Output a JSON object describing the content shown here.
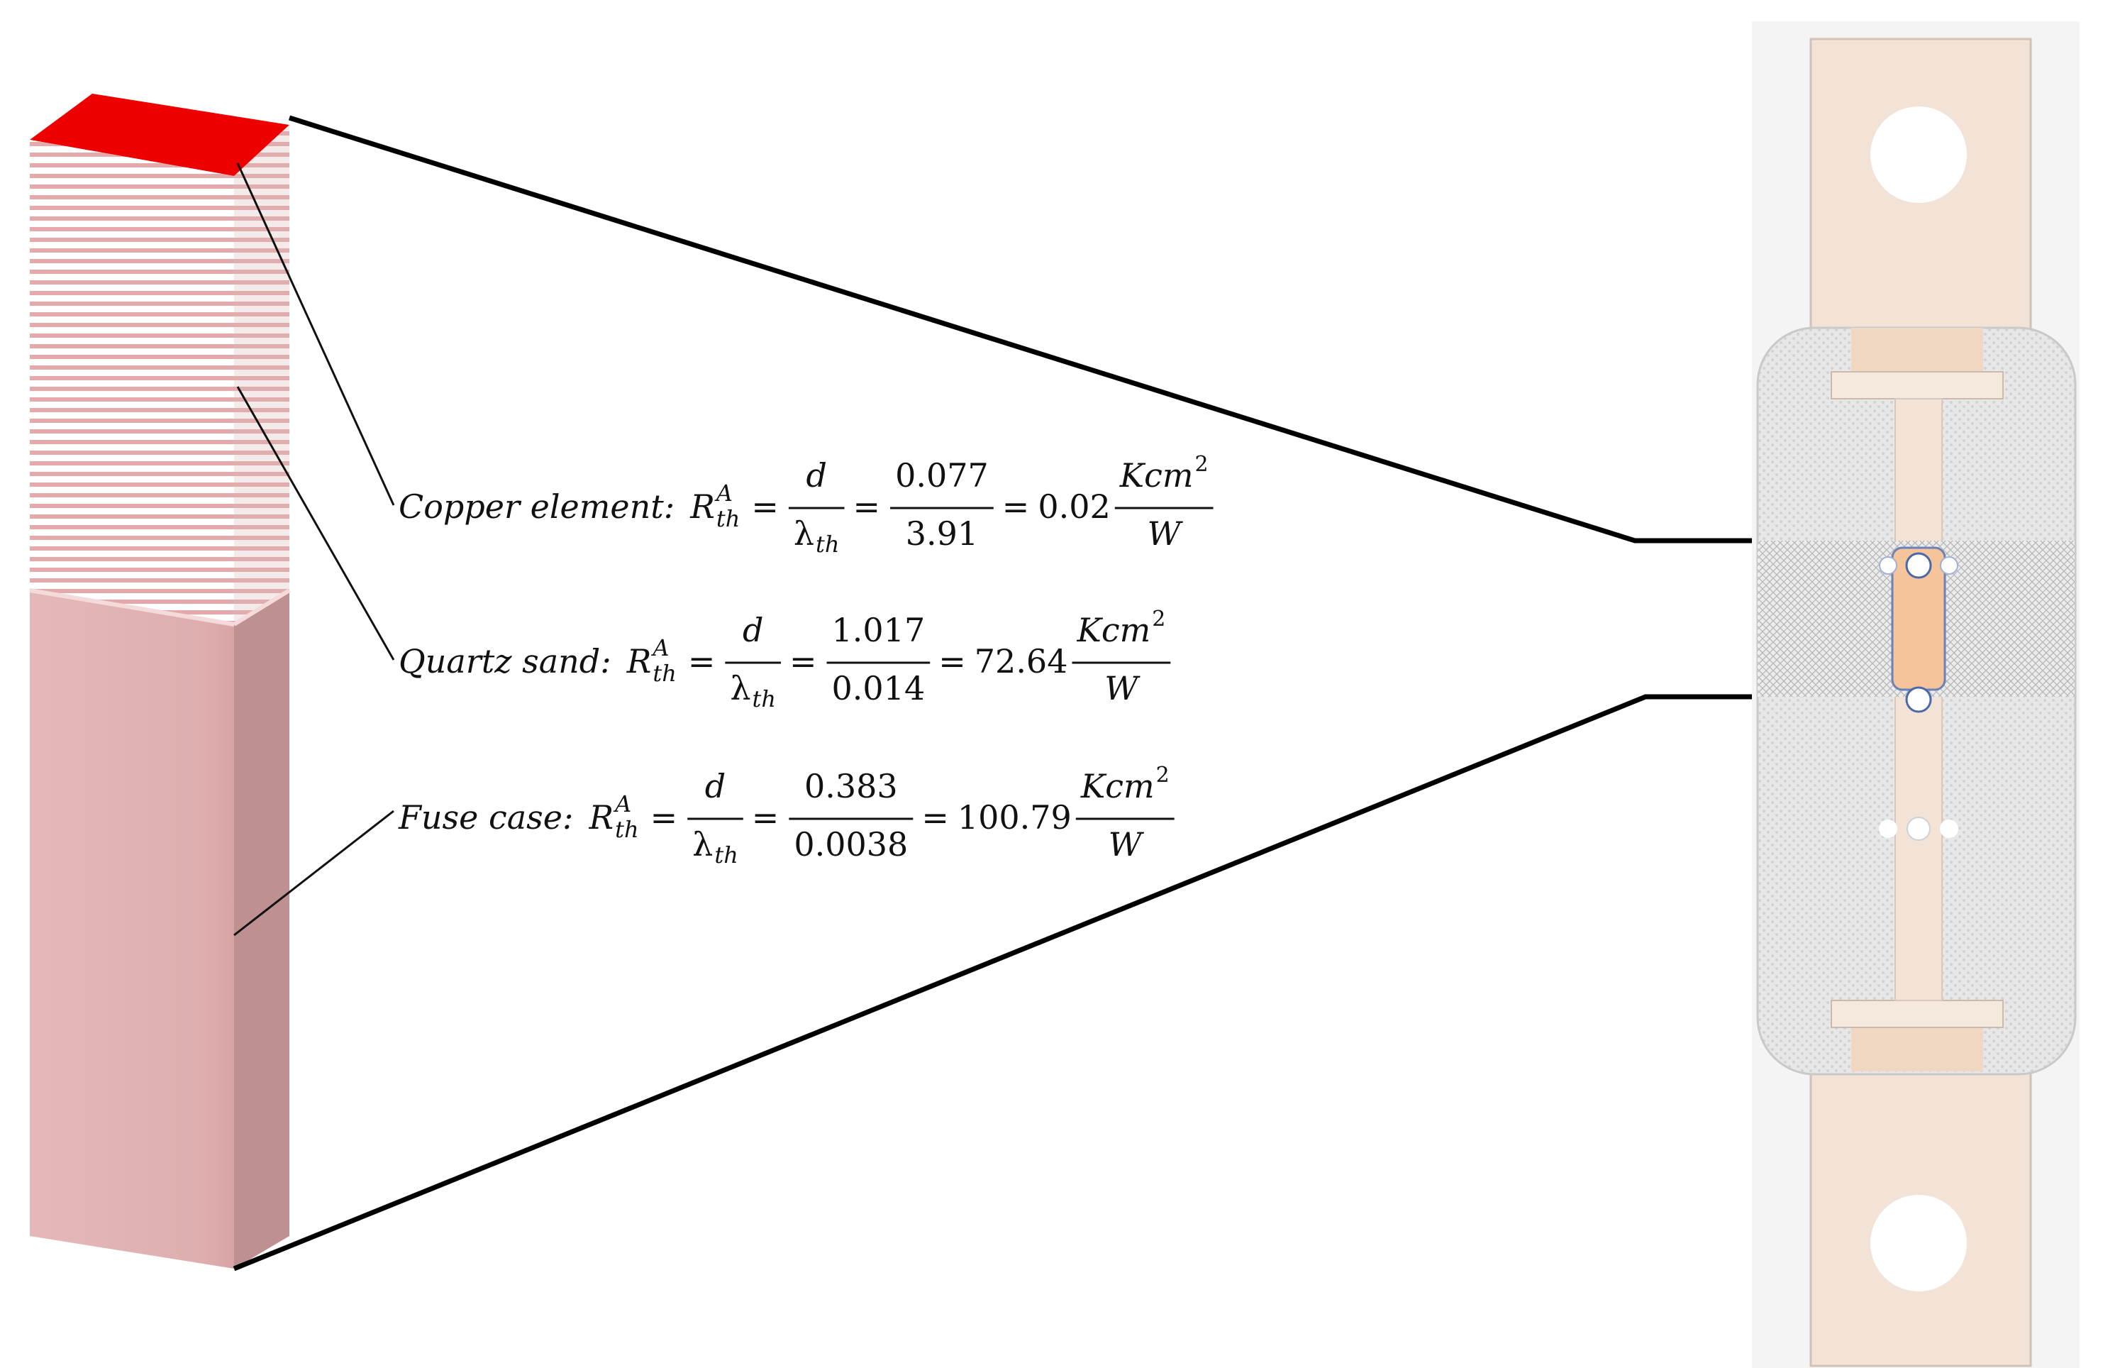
{
  "equations": [
    {
      "label": "Copper element:",
      "symbol": "R",
      "symbol_sup": "A",
      "symbol_sub": "th",
      "frac1_num": "d",
      "frac1_den": "λ",
      "frac1_den_sub": "th",
      "frac2_num": "0.077",
      "frac2_den": "3.91",
      "result": "0.02",
      "unit_num": "Kcm",
      "unit_num_sup": "2",
      "unit_den": "W"
    },
    {
      "label": "Quartz sand:",
      "symbol": "R",
      "symbol_sup": "A",
      "symbol_sub": "th",
      "frac1_num": "d",
      "frac1_den": "λ",
      "frac1_den_sub": "th",
      "frac2_num": "1.017",
      "frac2_den": "0.014",
      "result": "72.64",
      "unit_num": "Kcm",
      "unit_num_sup": "2",
      "unit_den": "W"
    },
    {
      "label": "Fuse case:",
      "symbol": "R",
      "symbol_sup": "A",
      "symbol_sub": "th",
      "frac1_num": "d",
      "frac1_den": "λ",
      "frac1_den_sub": "th",
      "frac2_num": "0.383",
      "frac2_den": "0.0038",
      "result": "100.79",
      "unit_num": "Kcm",
      "unit_num_sup": "2",
      "unit_den": "W"
    }
  ],
  "colors": {
    "copper_top": "#ee0000",
    "sand_stripe": "#e3a9ab",
    "case_front": "#e3b4b5",
    "case_side": "#bf9091",
    "fuse_terminal": "#f3e3d6",
    "fuse_body_bg": "#e7e7e7",
    "fuse_element": "#f6c49a",
    "outline": "#000000"
  }
}
